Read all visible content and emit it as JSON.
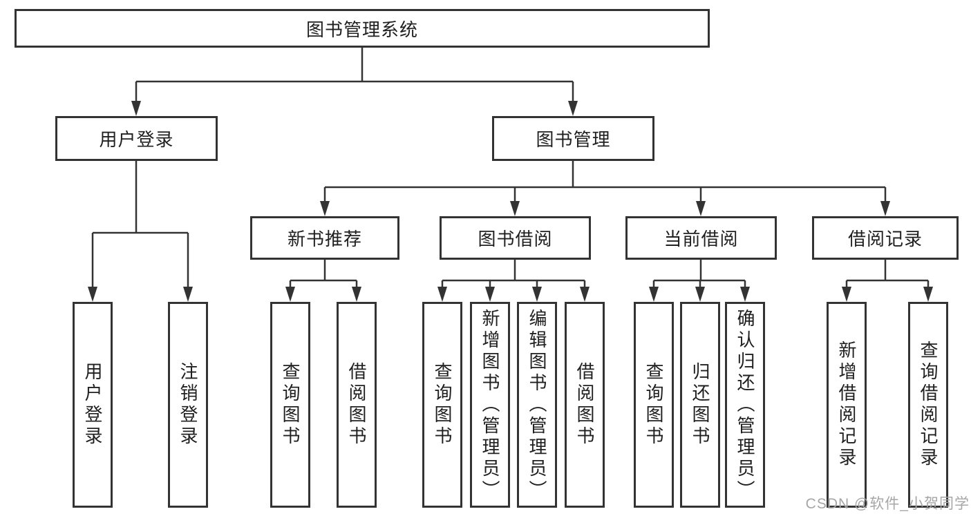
{
  "tree": {
    "root": {
      "label": "图书管理系统",
      "children": [
        {
          "label": "用户登录",
          "children": [
            {
              "label": "用户登录"
            },
            {
              "label": "注销登录"
            }
          ]
        },
        {
          "label": "图书管理",
          "children": [
            {
              "label": "新书推荐",
              "children": [
                {
                  "label": "查询图书"
                },
                {
                  "label": "借阅图书"
                }
              ]
            },
            {
              "label": "图书借阅",
              "children": [
                {
                  "label": "查询图书"
                },
                {
                  "label": "新增图书（管理员）"
                },
                {
                  "label": "编辑图书（管理员）"
                },
                {
                  "label": "借阅图书"
                }
              ]
            },
            {
              "label": "当前借阅",
              "children": [
                {
                  "label": "查询图书"
                },
                {
                  "label": "归还图书"
                },
                {
                  "label": "确认归还（管理员）"
                }
              ]
            },
            {
              "label": "借阅记录",
              "children": [
                {
                  "label": "新增借阅记录"
                },
                {
                  "label": "查询借阅记录"
                }
              ]
            }
          ]
        }
      ]
    }
  },
  "watermark": {
    "text": "CSDN @软件_小贺同学",
    "color": "#a6a6a6"
  },
  "colors": {
    "line": "#333333",
    "text": "#1f1f1f",
    "background": "#ffffff"
  }
}
